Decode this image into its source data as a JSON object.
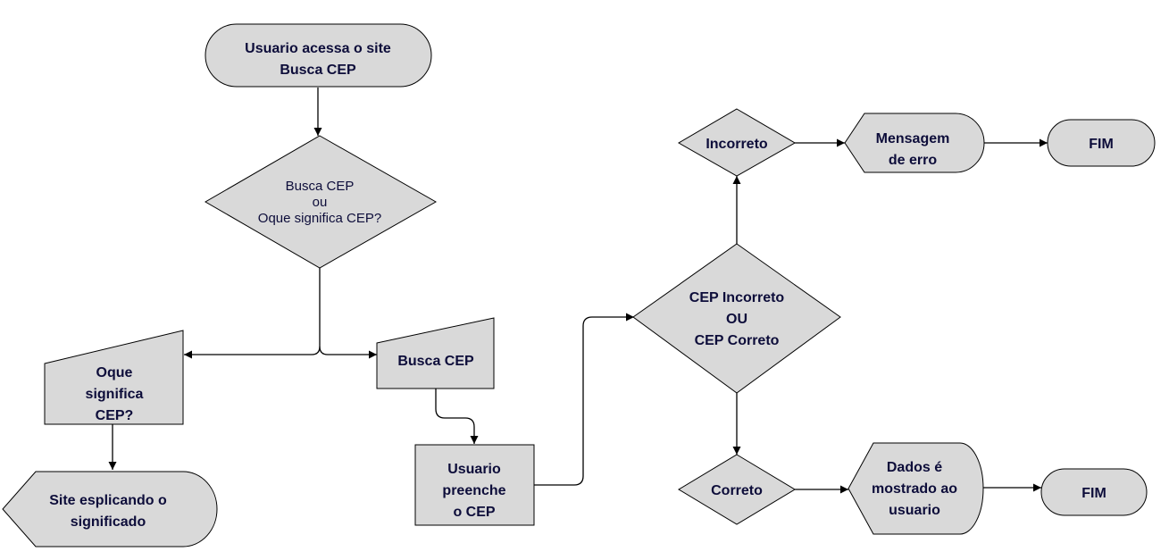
{
  "nodes": {
    "start": [
      "Usuario acessa o site",
      "Busca CEP"
    ],
    "decision_main": [
      "Busca CEP",
      "ou",
      "Oque significa CEP?"
    ],
    "oque_significa": [
      "Oque",
      "significa",
      "CEP?"
    ],
    "busca_cep": [
      "Busca CEP"
    ],
    "site_explicando": [
      "Site esplicando o",
      "significado"
    ],
    "usuario_preenche": [
      "Usuario",
      "preenche",
      "o CEP"
    ],
    "decision_cep": [
      "CEP Incorreto",
      "OU",
      "CEP Correto"
    ],
    "incorreto": [
      "Incorreto"
    ],
    "correto": [
      "Correto"
    ],
    "mensagem_erro": [
      "Mensagem",
      "de erro"
    ],
    "dados_mostrado": [
      "Dados é",
      "mostrado ao",
      "usuario"
    ],
    "fim_top": [
      "FIM"
    ],
    "fim_bottom": [
      "FIM"
    ]
  }
}
